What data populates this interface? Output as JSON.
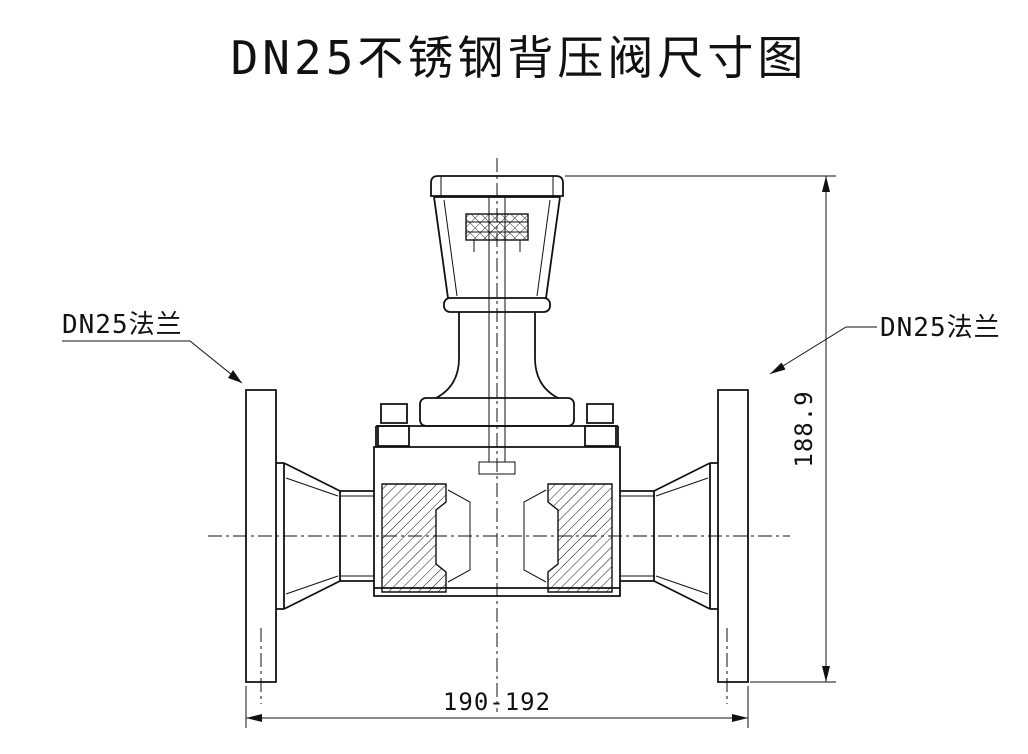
{
  "title": "DN25不锈钢背压阀尺寸图",
  "labels": {
    "left_flange": "DN25法兰",
    "right_flange": "DN25法兰"
  },
  "dimensions": {
    "height": "188.9",
    "width": "190-192"
  },
  "drawing": {
    "line_color": "#111111",
    "background": "#ffffff",
    "type": "valve-dimension-drawing"
  }
}
